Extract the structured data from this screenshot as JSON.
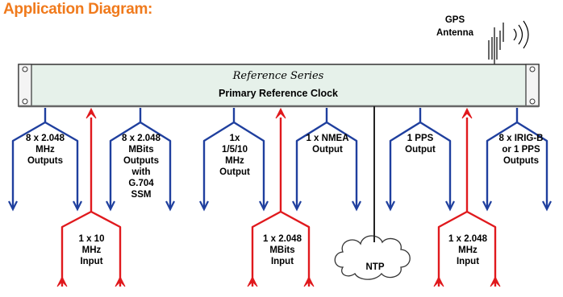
{
  "title": "Application Diagram:",
  "gps_label": [
    "GPS",
    "Antenna"
  ],
  "device": {
    "series": "Reference Series",
    "name": "Primary Reference Clock"
  },
  "branches": [
    {
      "id": "e1-outputs",
      "kind": "output",
      "label": [
        "8 x 2.048",
        "MHz",
        "Outputs"
      ]
    },
    {
      "id": "mhz-input-10",
      "kind": "input",
      "label": [
        "1 x 10",
        "MHz",
        "Input"
      ]
    },
    {
      "id": "mbits-outputs",
      "kind": "output",
      "label": [
        "8 x 2.048",
        "MBits",
        "Outputs",
        "with",
        "G.704",
        "SSM"
      ]
    },
    {
      "id": "freq-output",
      "kind": "output",
      "label": [
        "1x",
        "1/5/10",
        "MHz",
        "Output"
      ]
    },
    {
      "id": "mbits-input",
      "kind": "input",
      "label": [
        "1 x 2.048",
        "MBits",
        "Input"
      ]
    },
    {
      "id": "nmea-output",
      "kind": "output",
      "label": [
        "1 x NMEA",
        "Output"
      ]
    },
    {
      "id": "ntp",
      "kind": "network",
      "label": [
        "NTP"
      ]
    },
    {
      "id": "pps-output",
      "kind": "output",
      "label": [
        "1 PPS",
        "Output"
      ]
    },
    {
      "id": "mhz-input-2048",
      "kind": "input",
      "label": [
        "1 x 2.048",
        "MHz",
        "Input"
      ]
    },
    {
      "id": "irig-outputs",
      "kind": "output",
      "label": [
        "8 x IRIG-B",
        "or 1 PPS",
        "Outputs"
      ]
    }
  ],
  "colors": {
    "title": "#f07a1c",
    "output_arrow": "#1f3f9e",
    "input_arrow": "#e0191d",
    "device_fill": "#e6f1ea",
    "device_stroke": "#333333"
  }
}
